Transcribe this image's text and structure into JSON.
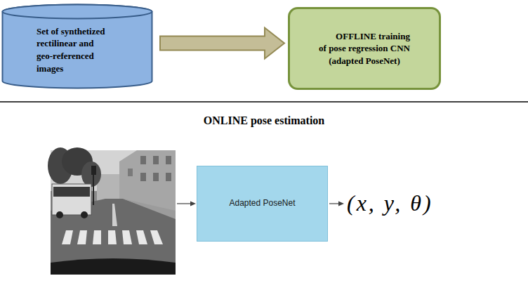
{
  "diagram": {
    "nodes": [
      {
        "text": [
          "Set of synthetized rectilinear and geo-referenced images"
        ]
      },
      {
        "text": [
          "OFFLINE training",
          "of pose regression CNN (adapted PoseNet)"
        ]
      },
      {
        "text": [
          "Adapted PoseNet"
        ]
      }
    ],
    "edges": [
      {
        "from": 0,
        "to": 1,
        "arrow": "to"
      }
    ],
    "labels": [
      "ONLINE pose estimation",
      "(x, y, θ)"
    ]
  }
}
